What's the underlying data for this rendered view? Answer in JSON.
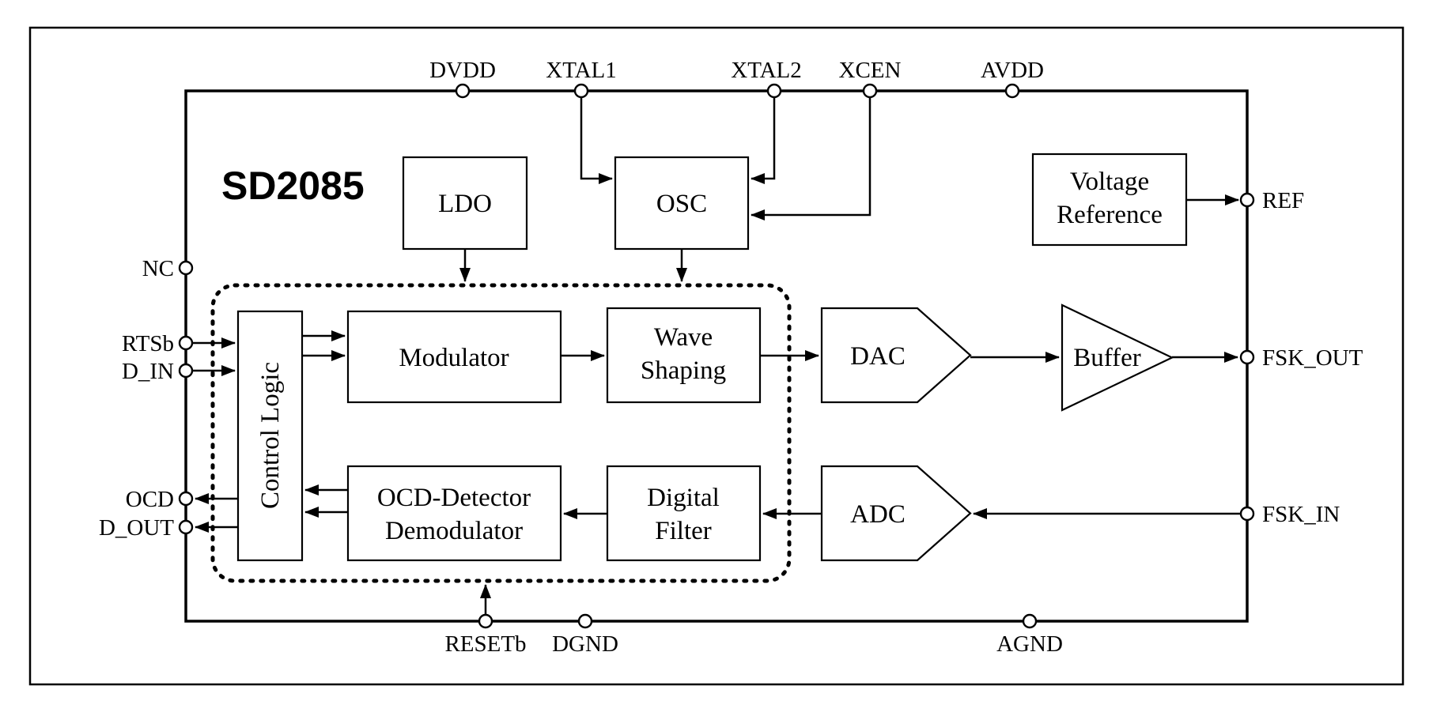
{
  "chip": {
    "title": "SD2085"
  },
  "colors": {
    "ink": "#000000",
    "background": "#ffffff"
  },
  "blocks": {
    "ldo": "LDO",
    "osc": "OSC",
    "voltage_reference": [
      "Voltage",
      "Reference"
    ],
    "control_logic": "Control Logic",
    "modulator": "Modulator",
    "wave_shaping": [
      "Wave",
      "Shaping"
    ],
    "dac": "DAC",
    "buffer": "Buffer",
    "ocd_detector_demodulator": [
      "OCD-Detector",
      "Demodulator"
    ],
    "digital_filter": [
      "Digital",
      "Filter"
    ],
    "adc": "ADC"
  },
  "pins": {
    "top": [
      "DVDD",
      "XTAL1",
      "XTAL2",
      "XCEN",
      "AVDD"
    ],
    "left": [
      "NC",
      "RTSb",
      "D_IN",
      "OCD",
      "D_OUT"
    ],
    "right": [
      "REF",
      "FSK_OUT",
      "FSK_IN"
    ],
    "bottom": [
      "RESETb",
      "DGND",
      "AGND"
    ]
  }
}
